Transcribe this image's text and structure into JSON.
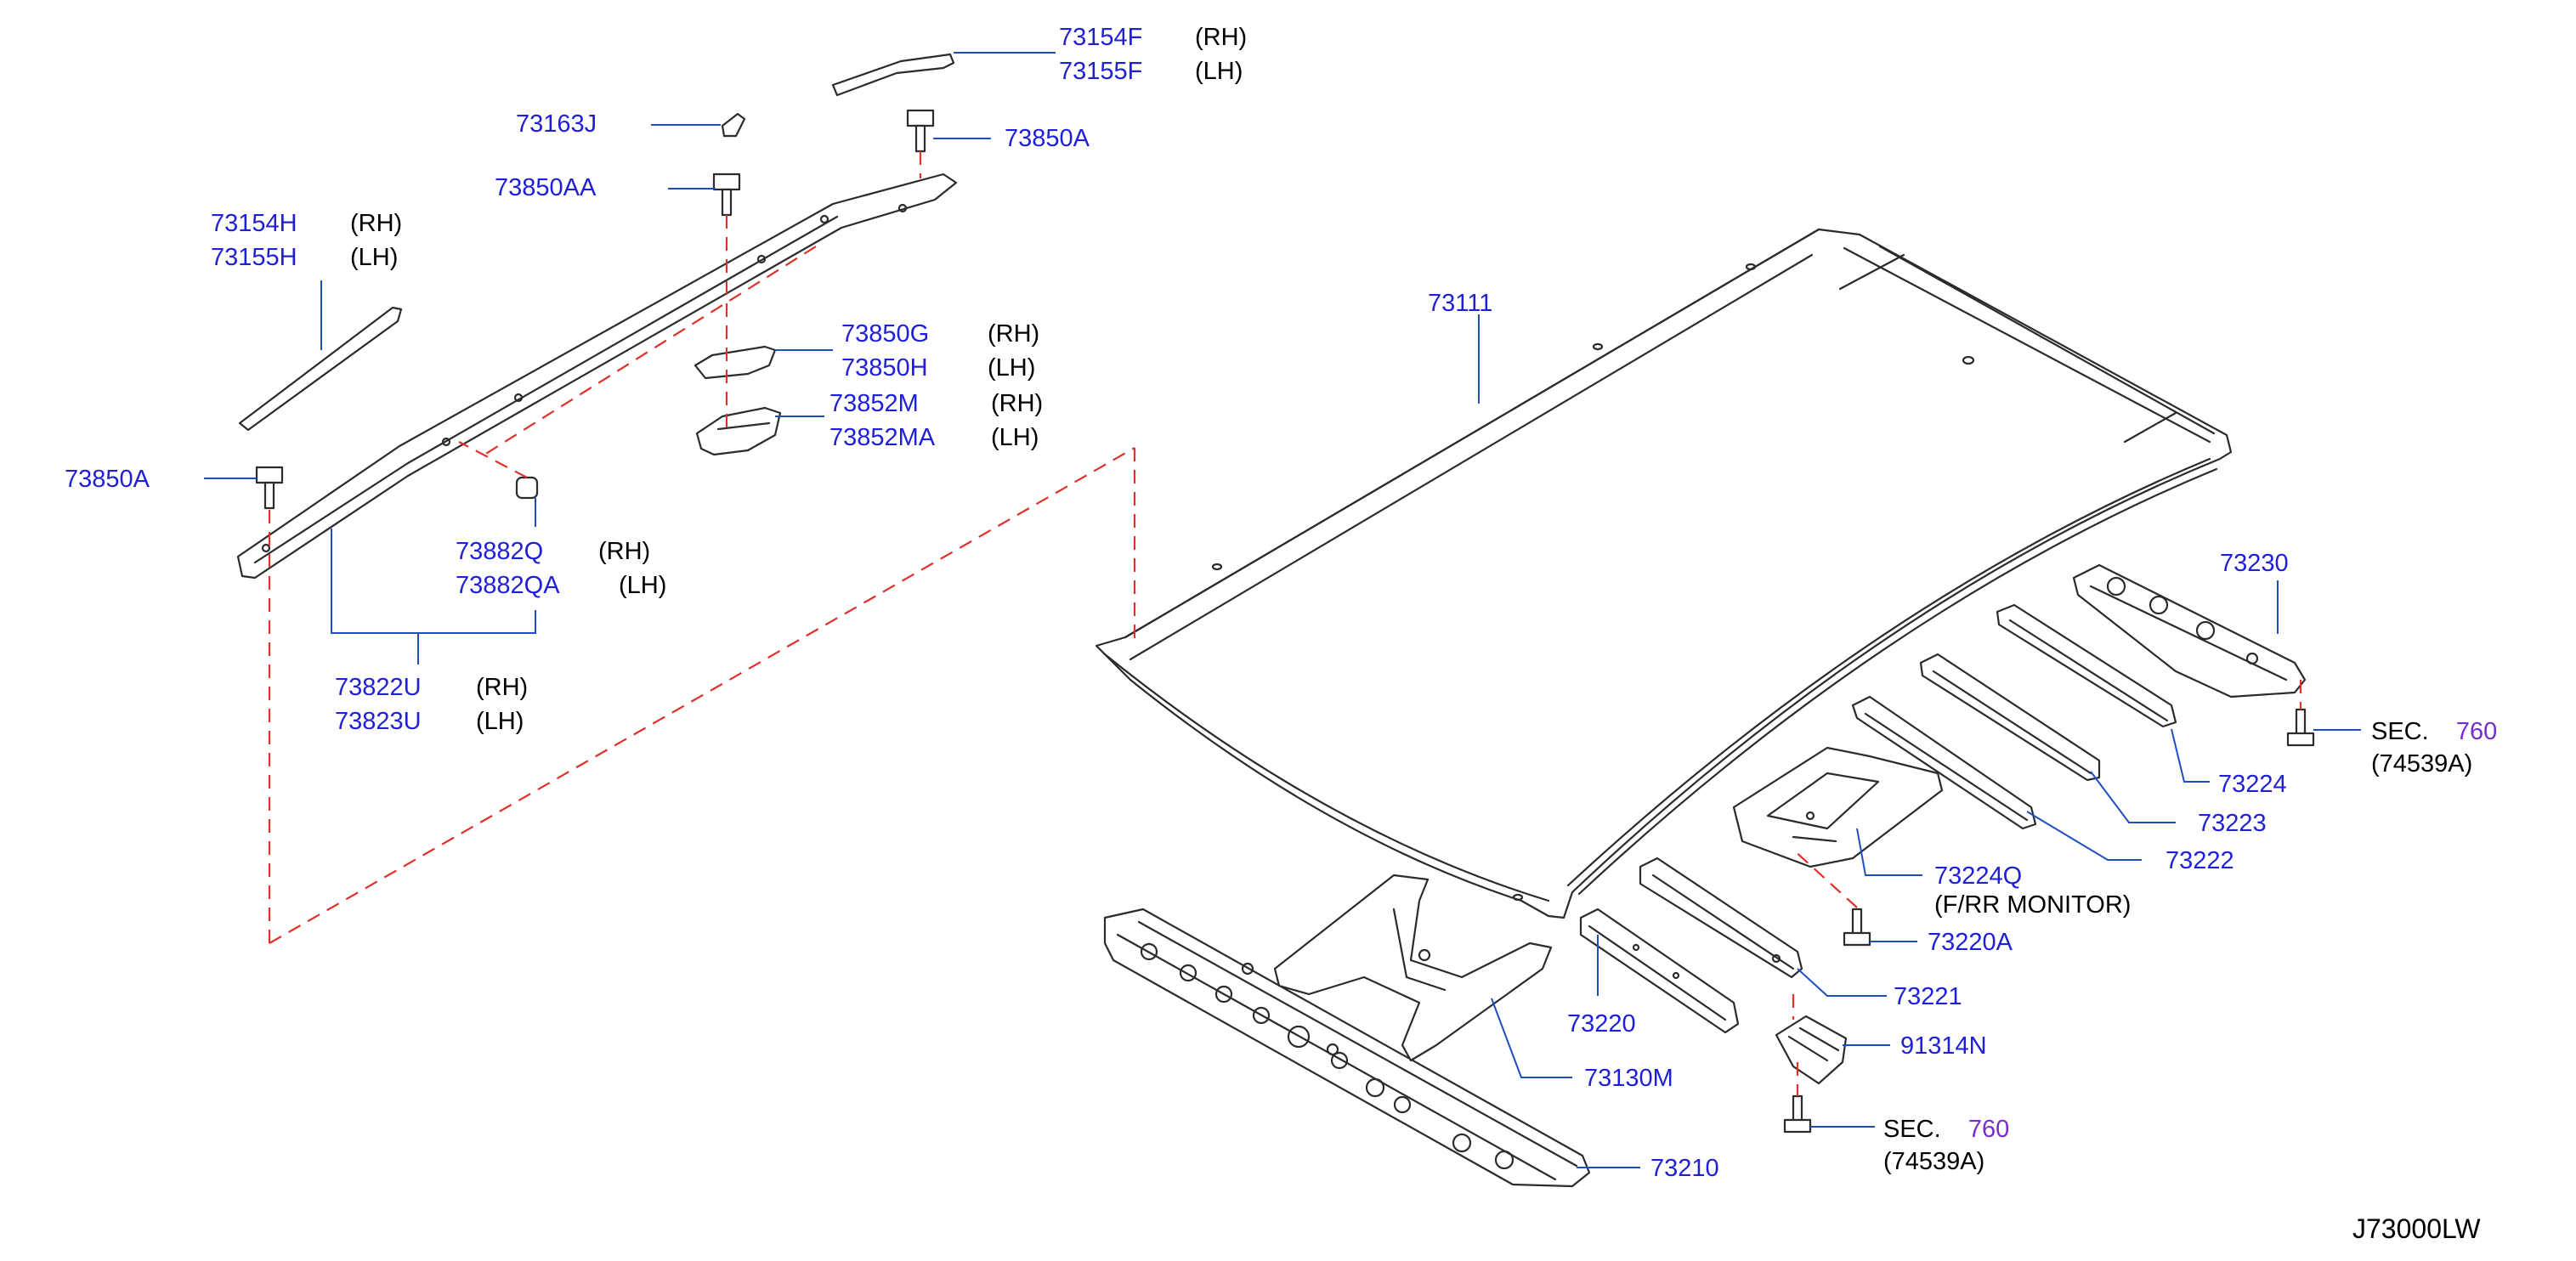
{
  "colors": {
    "part_number": "#1f1fd6",
    "leader_line": "#1f4fbf",
    "dashed_line": "#e0302a",
    "section_ref": "#7a2bd0",
    "line_art": "#2b2b2b"
  },
  "diagram_code": "J73000LW",
  "callouts": {
    "p73154f": "73154F",
    "p73154f_side": "(RH)",
    "p73155f": "73155F",
    "p73155f_side": "(LH)",
    "p73163j": "73163J",
    "p73850a_top": "73850A",
    "p73850aa": "73850AA",
    "p73154h": "73154H",
    "p73154h_side": "(RH)",
    "p73155h": "73155H",
    "p73155h_side": "(LH)",
    "p73850g": "73850G",
    "p73850g_side": "(RH)",
    "p73850h": "73850H",
    "p73850h_side": "(LH)",
    "p73852m": "73852M",
    "p73852m_side": "(RH)",
    "p73852ma": "73852MA",
    "p73852ma_side": "(LH)",
    "p73850a_left": "73850A",
    "p73882q": "73882Q",
    "p73882q_side": "(RH)",
    "p73882qa": "73882QA",
    "p73882qa_side": "(LH)",
    "p73822u": "73822U",
    "p73822u_side": "(RH)",
    "p73823u": "73823U",
    "p73823u_side": "(LH)",
    "p73111": "73111",
    "p73230": "73230",
    "sec_word": "SEC.",
    "sec_num_right": "760",
    "sec_sub_right": "(74539A)",
    "p73224": "73224",
    "p73223": "73223",
    "p73222": "73222",
    "p73224q": "73224Q",
    "p73224q_note": "(F/RR  MONITOR)",
    "p73220a": "73220A",
    "p73221": "73221",
    "p91314n": "91314N",
    "p73220": "73220",
    "p73130m": "73130M",
    "sec_num_bottom": "760",
    "sec_sub_bottom": "(74539A)",
    "p73210": "73210"
  }
}
